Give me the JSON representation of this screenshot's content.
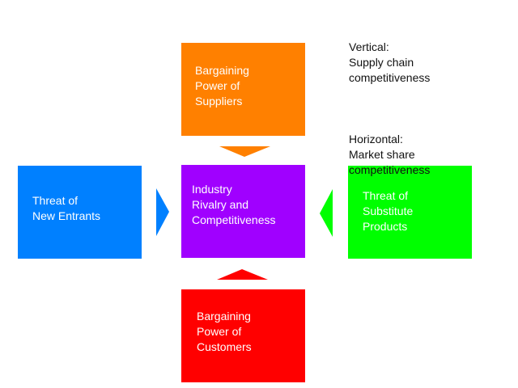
{
  "diagram": {
    "title": "Porter's Five Forces",
    "colors": {
      "suppliers": "#ff8000",
      "entrants": "#0080ff",
      "rivalry": "#a000ff",
      "substitutes": "#00ff00",
      "customers": "#ff0000"
    },
    "boxes": {
      "suppliers": "Bargaining\nPower of\nSuppliers",
      "entrants": "Threat of\nNew Entrants",
      "rivalry": "Industry\nRivalry and\nCompetitiveness",
      "substitutes": "Threat of\nSubstitute\nProducts",
      "customers": "Bargaining\nPower of\nCustomers"
    },
    "arrows": [
      {
        "from": "suppliers",
        "to": "rivalry",
        "direction": "down"
      },
      {
        "from": "entrants",
        "to": "rivalry",
        "direction": "right"
      },
      {
        "from": "substitutes",
        "to": "rivalry",
        "direction": "left"
      },
      {
        "from": "customers",
        "to": "rivalry",
        "direction": "up"
      }
    ],
    "legend": {
      "vertical": "Vertical:\nSupply chain\ncompetitiveness",
      "horizontal": "Horizontal:\nMarket share\ncompetitiveness"
    }
  }
}
